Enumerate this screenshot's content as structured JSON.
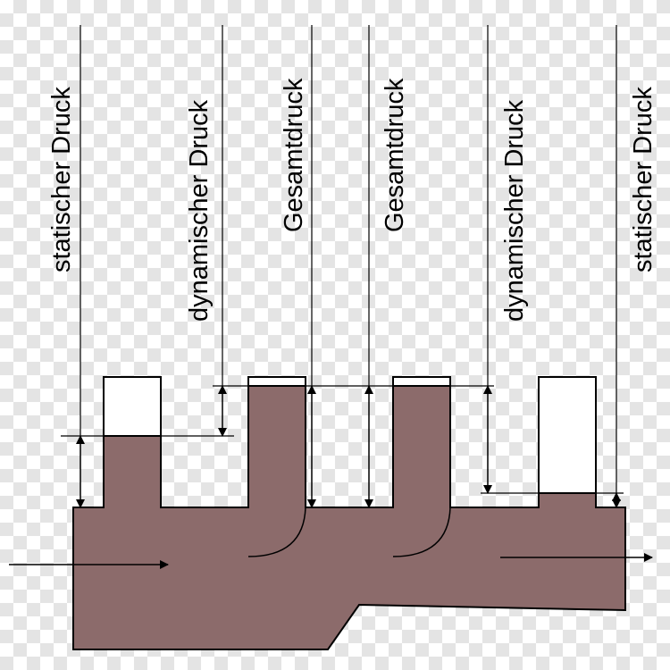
{
  "labels": {
    "static_left": "statischer Druck",
    "dynamic_left": "dynamischer Druck",
    "total_1": "Gesamtdruck",
    "total_2": "Gesamtdruck",
    "dynamic_right": "dynamischer Druck",
    "static_right": "statischer Druck"
  },
  "colors": {
    "fluid": "#8c6b6b",
    "outline": "#000000",
    "tube_fill": "#ffffff"
  }
}
